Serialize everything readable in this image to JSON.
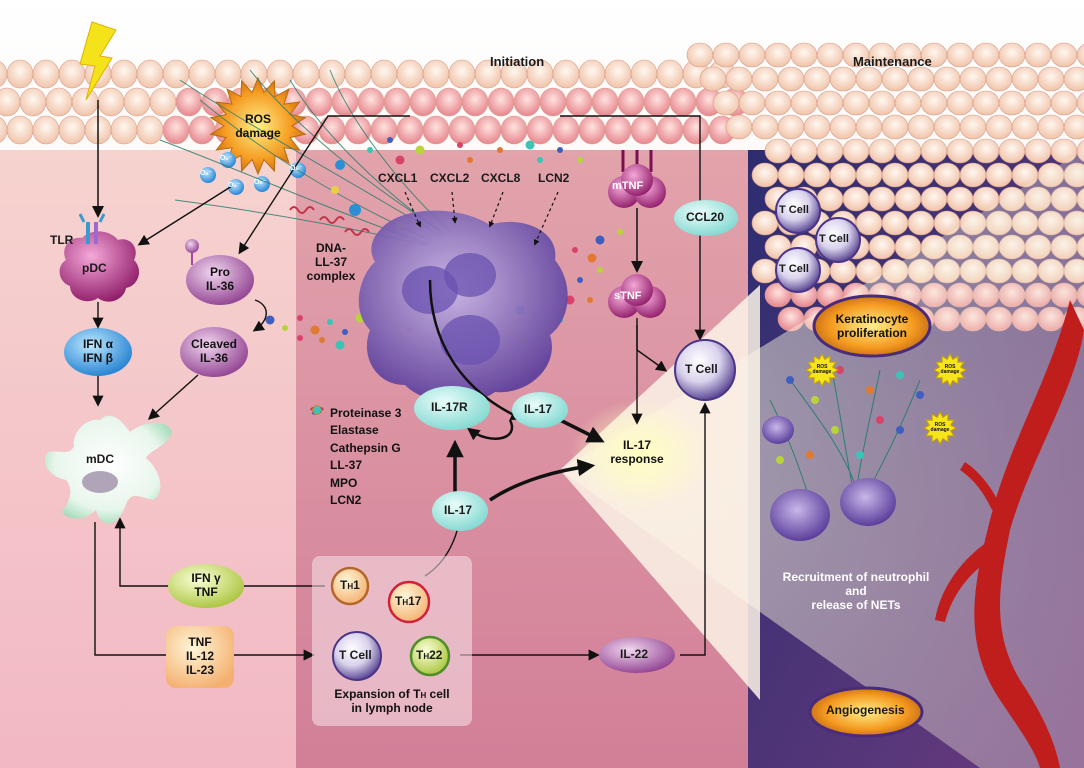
{
  "sections": {
    "initiation": "Initiation",
    "maintenance": "Maintenance"
  },
  "left": {
    "tlr": "TLR",
    "pdc": "pDC",
    "ifn_ab": [
      "IFN α",
      "IFN β"
    ],
    "mdc": "mDC",
    "ros": [
      "ROS",
      "damage"
    ],
    "o2": "O₂⁻",
    "pro_il36": [
      "Pro",
      "IL-36"
    ],
    "cleaved_il36": [
      "Cleaved",
      "IL-36"
    ],
    "ifng_tnf": [
      "IFN γ",
      "TNF"
    ],
    "tnf_il12_il23": [
      "TNF",
      "IL-12",
      "IL-23"
    ]
  },
  "center": {
    "dna_ll37": [
      "DNA-",
      "LL-37",
      "complex"
    ],
    "chemokines": [
      "CXCL1",
      "CXCL2",
      "CXCL8",
      "LCN2"
    ],
    "il17r": "IL-17R",
    "il17_a": "IL-17",
    "il17_b": "IL-17",
    "il17_response": [
      "IL-17",
      "response"
    ],
    "mtnf": "mTNF",
    "stnf": "sTNF",
    "ccl20": "CCL20",
    "tcell": "T Cell",
    "il22": "IL-22"
  },
  "legend": [
    {
      "label": "Proteinase 3",
      "icon": "proteinase3-icon",
      "color": "#3f5fbf"
    },
    {
      "label": "Elastase",
      "icon": "elastase-icon",
      "color": "#b8d43a"
    },
    {
      "label": "Cathepsin G",
      "icon": "cathepsin-g-icon",
      "color": "#d8436a"
    },
    {
      "label": "LL-37",
      "icon": "ll37-icon",
      "color": "#c2334a"
    },
    {
      "label": "MPO",
      "icon": "mpo-icon",
      "color": "#e07a30"
    },
    {
      "label": "LCN2",
      "icon": "lcn2-icon",
      "color": "#3cc3b5"
    }
  ],
  "lymph": {
    "th1": [
      "T",
      "H",
      "1"
    ],
    "th17": [
      "T",
      "H",
      "17"
    ],
    "th22": [
      "T",
      "H",
      "22"
    ],
    "tcell": "T Cell",
    "caption": [
      "Expansion of T",
      "H",
      " cell",
      "in lymph node"
    ]
  },
  "maintenance": {
    "tcells": [
      "T Cell",
      "T Cell",
      "T Cell"
    ],
    "keratinocyte": [
      "Keratinocyte",
      "proliferation"
    ],
    "ros_small": [
      "ROS",
      "damage"
    ],
    "recruitment": [
      "Recruitment of neutrophil",
      "and",
      "release of NETs"
    ],
    "angiogenesis": "Angiogenesis"
  },
  "colors": {
    "left_bg": "#f4c9c2",
    "center_bg": "#d58a9a",
    "right_bg": "#4a3d7e",
    "skin": "#f7dcc8",
    "vessel": "#c01d1d",
    "pdc": "#b3227a",
    "tcell": "#4a3588"
  }
}
